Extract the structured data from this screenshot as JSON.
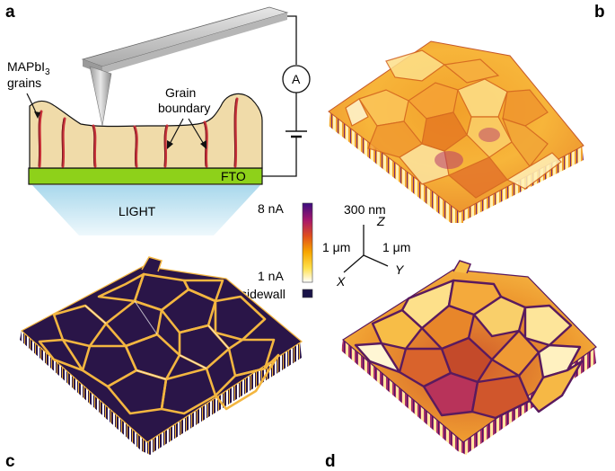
{
  "panels": {
    "a": "a",
    "b": "b",
    "c": "c",
    "d": "d"
  },
  "schematic": {
    "material_prefix": "MAPbI",
    "material_subscript": "3",
    "material_line2": "grains",
    "grain_boundary_line1": "Grain",
    "grain_boundary_line2": "boundary",
    "ammeter": "A",
    "substrate": "FTO",
    "light": "LIGHT"
  },
  "colorbar": {
    "max_label": "8 nA",
    "min_label": "1 nA",
    "sidewall_label": "sidewall",
    "sidewall_color": "#1a1448",
    "gradient": [
      "#ffffff",
      "#ffe04a",
      "#f7a600",
      "#e0501c",
      "#a8186a",
      "#5a1aa0",
      "#3a0d80"
    ]
  },
  "axes": {
    "z_scale": "300 nm",
    "z": "Z",
    "x_scale": "1 μm",
    "y_scale": "1 μm",
    "x": "X",
    "y": "Y"
  },
  "colors": {
    "cantilever": "#c9c9c9",
    "perovskite": "#f0dba9",
    "boundary_red": "#c8323a",
    "fto": "#8ed11a",
    "light": "#bfe4f2"
  }
}
